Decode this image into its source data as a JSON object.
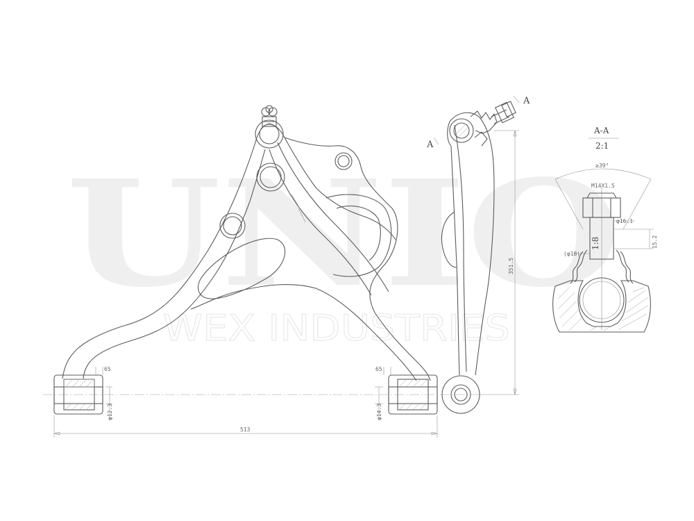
{
  "watermark": {
    "brand": "UNIO",
    "company": "WEX INDUSTRIES"
  },
  "dimensions": {
    "left_bush_width": "65",
    "right_bush_width": "65",
    "left_bush_dia": "φ12.3",
    "right_bush_dia": "φ14.3",
    "overall_length": "513",
    "side_height": "351.5"
  },
  "section_marks": {
    "mark_top": "A",
    "mark_left": "A"
  },
  "detail": {
    "title": "A-A",
    "scale": "2:1",
    "angle": "≥39°",
    "thread": "M14X1.5",
    "stud_dia": "φ16.1",
    "stud_len": "15.2",
    "taper": "1:8",
    "neck_dia": "(φ18)"
  }
}
